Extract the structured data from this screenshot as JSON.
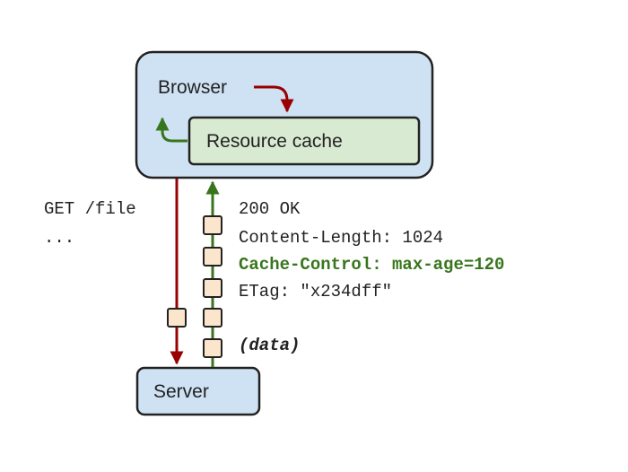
{
  "browser": {
    "label": "Browser"
  },
  "cache": {
    "label": "Resource cache"
  },
  "server": {
    "label": "Server"
  },
  "request": {
    "lines": [
      "GET /file",
      "..."
    ]
  },
  "response": {
    "lines": [
      "200 OK",
      "Content-Length: 1024",
      "Cache-Control: max-age=120",
      "ETag: \"x234dff\"",
      "(data)"
    ]
  },
  "colors": {
    "box_fill_blue": "#cfe2f3",
    "box_fill_green": "#d9ead3",
    "request_arrow": "#990000",
    "response_arrow": "#38761d",
    "packet_fill": "#fce5cd",
    "highlight_text": "#38761d"
  }
}
